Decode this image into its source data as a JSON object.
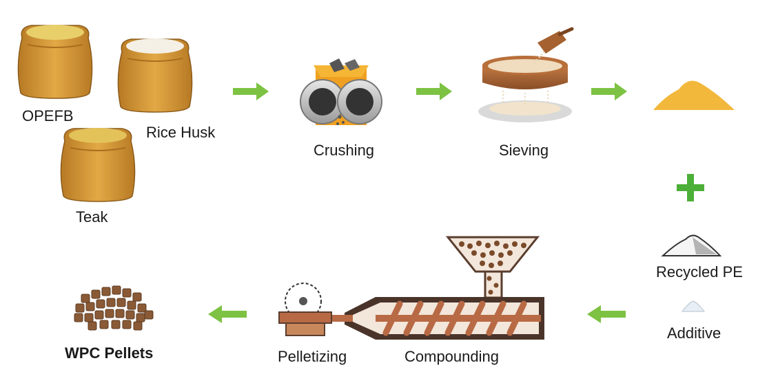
{
  "raw_materials": [
    "OPEFB",
    "Rice Husk",
    "Teak"
  ],
  "steps": {
    "crushing": "Crushing",
    "sieving": "Sieving",
    "compounding": "Compounding",
    "pelletizing": "Pelletizing"
  },
  "additions": {
    "recycled_pe": "Recycled PE",
    "additive": "Additive"
  },
  "product": "WPC Pellets",
  "colors": {
    "arrow": "#7dc242",
    "plus": "#4caf38",
    "sack": "#d69a3a",
    "sack_dark": "#a86e1e",
    "grain": "#e0c060",
    "powder": "#f2b83c",
    "machine": "#5a3d2e",
    "screw": "#b86a45",
    "pellet": "#8a5a36",
    "crusher_frame": "#f0a020"
  },
  "icons": [
    "sack-icon",
    "crusher-icon",
    "sieve-icon",
    "powder-pile-icon",
    "plus-icon",
    "pe-pile-icon",
    "additive-pile-icon",
    "extruder-icon",
    "pelletizer-icon",
    "pellets-icon"
  ]
}
